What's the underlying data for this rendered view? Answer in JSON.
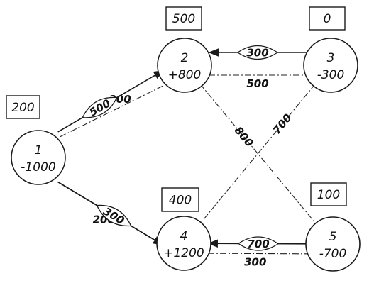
{
  "nodes": [
    {
      "id": "1",
      "label": "1",
      "value": "-1000",
      "box": "200"
    },
    {
      "id": "2",
      "label": "2",
      "value": "+800",
      "box": "500"
    },
    {
      "id": "3",
      "label": "3",
      "value": "-300",
      "box": "0"
    },
    {
      "id": "4",
      "label": "4",
      "value": "+1200",
      "box": "400"
    },
    {
      "id": "5",
      "label": "5",
      "value": "-700",
      "box": "100"
    }
  ],
  "flows": [
    {
      "from": "1",
      "to": "2",
      "amount": "500"
    },
    {
      "from": "3",
      "to": "2",
      "amount": "300"
    },
    {
      "from": "1",
      "to": "4",
      "amount": "300"
    },
    {
      "from": "5",
      "to": "4",
      "amount": "700"
    }
  ],
  "links": [
    {
      "between": [
        "1",
        "2"
      ],
      "cost": "300"
    },
    {
      "between": [
        "2",
        "3"
      ],
      "cost": "500"
    },
    {
      "between": [
        "1",
        "4"
      ],
      "cost": "200"
    },
    {
      "between": [
        "2",
        "5"
      ],
      "cost": "800"
    },
    {
      "between": [
        "3",
        "4"
      ],
      "cost": "700"
    },
    {
      "between": [
        "4",
        "5"
      ],
      "cost": "300"
    }
  ]
}
